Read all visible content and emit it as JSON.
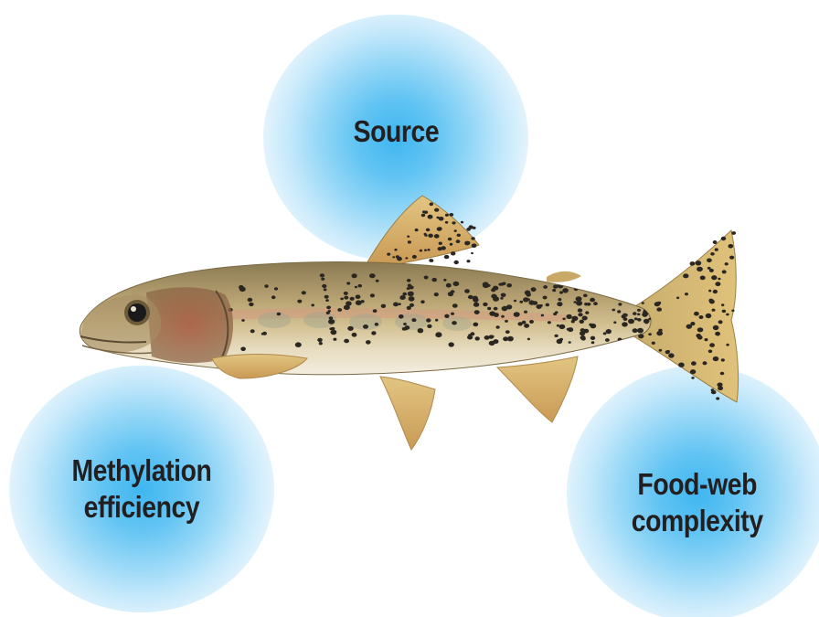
{
  "factors": {
    "source": "Source",
    "methylation_line1": "Methylation",
    "methylation_line2": "efficiency",
    "foodweb_line1": "Food-web",
    "foodweb_line2": "complexity"
  },
  "colors": {
    "glow_center": "#3fb6f0",
    "label_text": "#231f20",
    "fish_body": "#c9b27a",
    "fish_spots": "#2a2622"
  },
  "illustration": {
    "icon": "trout-fish-icon"
  }
}
